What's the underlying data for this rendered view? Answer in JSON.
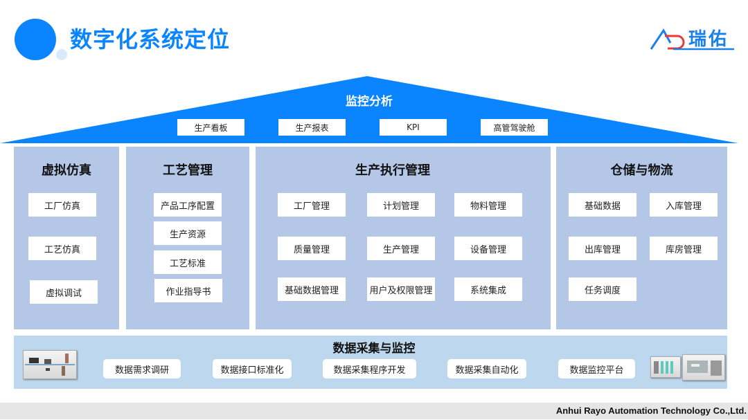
{
  "header": {
    "title": "数字化系统定位",
    "brand_color": "#0a84ff",
    "logo_text": "瑞佑",
    "logo_mark": "AR"
  },
  "roof": {
    "title": "监控分析",
    "items": [
      "生产看板",
      "生产报表",
      "KPI",
      "高管驾驶舱"
    ]
  },
  "pillars": [
    {
      "title": "虚拟仿真",
      "items": [
        "工厂仿真",
        "工艺仿真",
        "虚拟调试"
      ]
    },
    {
      "title": "工艺管理",
      "items": [
        "产品工序配置",
        "生产资源",
        "工艺标准",
        "作业指导书"
      ]
    },
    {
      "title": "生产执行管理",
      "items": [
        "工厂管理",
        "计划管理",
        "物料管理",
        "质量管理",
        "生产管理",
        "设备管理",
        "基础数据管理",
        "用户及权限管理",
        "系统集成"
      ]
    },
    {
      "title": "仓储与物流",
      "items": [
        "基础数据",
        "入库管理",
        "出库管理",
        "库房管理",
        "任务调度"
      ]
    }
  ],
  "foundation": {
    "title": "数据采集与监控",
    "items": [
      "数据需求调研",
      "数据接口标准化",
      "数据采集程序开发",
      "数据采集自动化",
      "数据监控平台"
    ],
    "images": [
      "production-line-image",
      "plc-cabinet-image",
      "control-panel-image"
    ]
  },
  "footer": {
    "company": "Anhui Rayo Automation Technology Co.,Ltd."
  },
  "colors": {
    "roof": "#0a84ff",
    "pillar": "#b4c7e7",
    "foundation": "#bdd7ee",
    "footer": "#e6e6e6"
  }
}
